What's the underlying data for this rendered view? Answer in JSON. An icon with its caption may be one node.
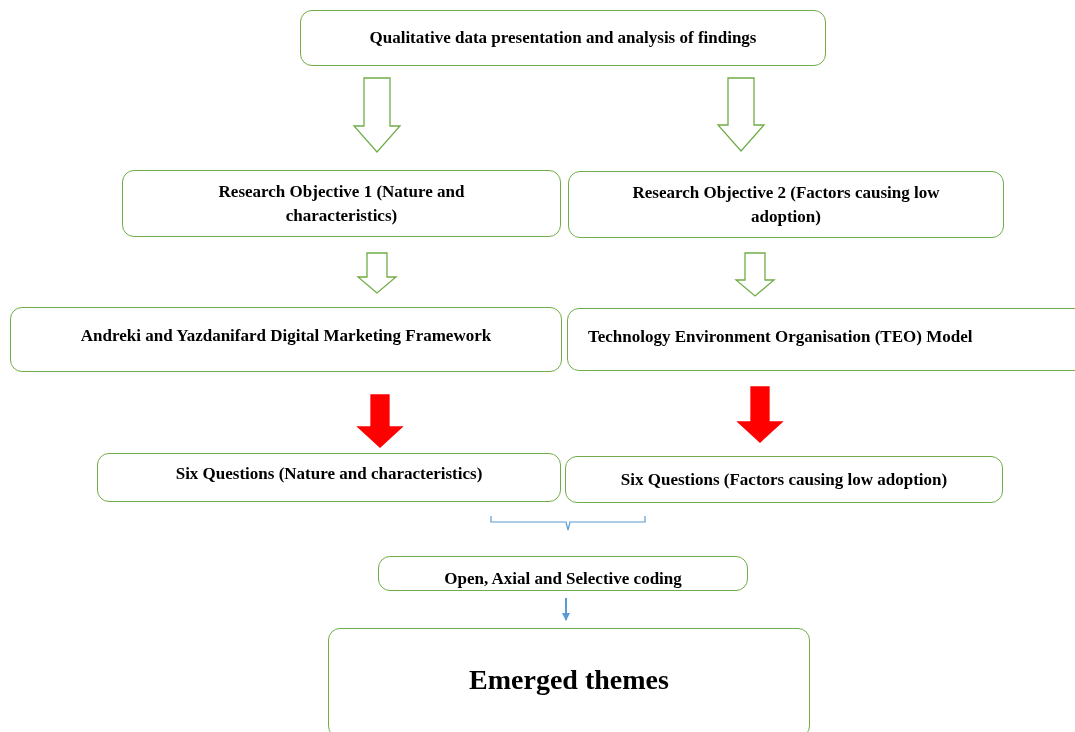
{
  "diagram": {
    "nodes": [
      {
        "text": [
          "Qualitative data presentation and analysis of findings"
        ]
      },
      {
        "text": [
          "Research Objective 1 (Nature and characteristics)"
        ]
      },
      {
        "text": [
          "Research Objective 2 (Factors causing low adoption)"
        ]
      },
      {
        "text": [
          "Andreki and Yazdanifard Digital Marketing Framework"
        ]
      },
      {
        "text": [
          "Technology Environment Organisation (TEO) Model"
        ]
      },
      {
        "text": [
          "Six Questions (Nature and characteristics)"
        ]
      },
      {
        "text": [
          "Six Questions (Factors causing low adoption)"
        ]
      },
      {
        "text": [
          "Open, Axial and Selective coding"
        ]
      },
      {
        "text": [
          "Emerged themes"
        ]
      }
    ],
    "edges": [
      {
        "from": 0,
        "to": 1,
        "arrow": "to",
        "style": "thick"
      },
      {
        "from": 0,
        "to": 2,
        "arrow": "to",
        "style": "thick"
      },
      {
        "from": 1,
        "to": 3,
        "arrow": "to",
        "style": "thick"
      },
      {
        "from": 2,
        "to": 4,
        "arrow": "to",
        "style": "thick"
      },
      {
        "from": 3,
        "to": 5,
        "arrow": "to",
        "style": "thick",
        "color": "#ff0000"
      },
      {
        "from": 4,
        "to": 6,
        "arrow": "to",
        "style": "thick",
        "color": "#ff0000"
      },
      {
        "from": 7,
        "to": 8,
        "arrow": "to",
        "color": "#5b9bd5"
      }
    ]
  }
}
